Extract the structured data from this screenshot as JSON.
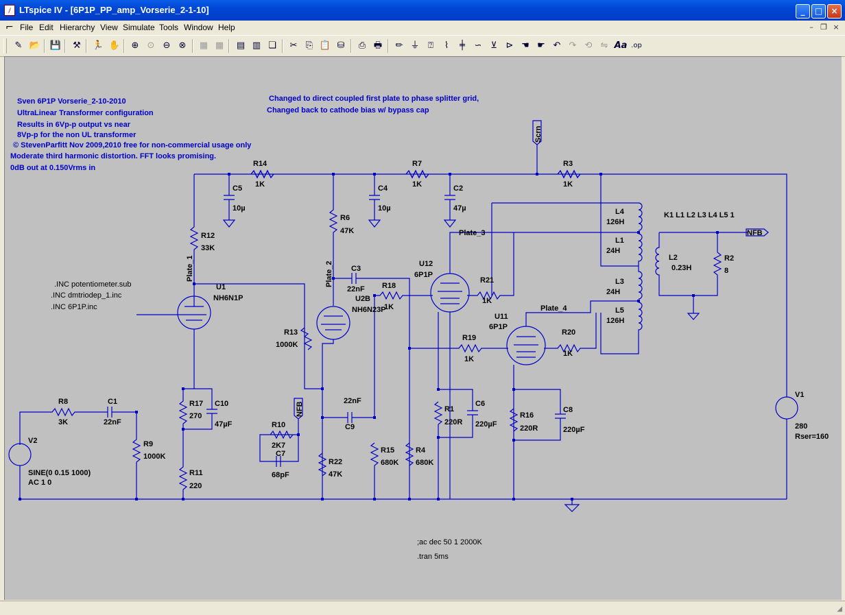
{
  "window": {
    "title": "LTspice IV - [6P1P_PP_amp_Vorserie_2-1-10]"
  },
  "menu": [
    "File",
    "Edit",
    "Hierarchy",
    "View",
    "Simulate",
    "Tools",
    "Window",
    "Help"
  ],
  "toolbar": [
    "new-schematic",
    "open",
    "save",
    "control-panel",
    "run",
    "halt",
    "zoom-in",
    "pan",
    "zoom-out",
    "zoom-cancel",
    "tile-vertical",
    "tile-horizontal",
    "cascade",
    "close-all",
    "cut",
    "copy",
    "paste",
    "find",
    "print-setup",
    "print",
    "wire",
    "ground",
    "label-net",
    "resistor",
    "capacitor",
    "inductor",
    "diode",
    "component",
    "move",
    "drag",
    "undo",
    "redo",
    "rotate",
    "mirror",
    "text",
    "spice-directive"
  ],
  "notes": {
    "n1": "Sven 6P1P Vorserie_2-10-2010",
    "n2": "UltraLinear Transformer configuration",
    "n3": "Results in 6Vp-p output vs near",
    "n4": "8Vp-p for the non UL transformer",
    "n5": "© StevenParfitt Nov 2009,2010 free for non-commercial usage only",
    "n6": "Moderate third harmonic distortion. FFT looks promising.",
    "n7": "0dB out at 0.150Vrms in",
    "c1": "Changed to direct coupled first plate to phase splitter grid,",
    "c2": "Changed back to cathode bias w/ bypass cap"
  },
  "directives": {
    "inc1": ".INC potentiometer.sub",
    "inc2": ".INC dmtriodep_1.inc",
    "inc3": ".INC 6P1P.inc",
    "ac": ";ac dec 50 1 2000K",
    "tran": ".tran 5ms",
    "coupling": "K1 L1 L2 L3 L4 L5 1"
  },
  "labels": {
    "scrn": "Scrn",
    "nfb": "NFB",
    "nfb2": "NFB",
    "plate1": "Plate_1",
    "plate2": "Plate_2",
    "plate3": "Plate_3",
    "plate4": "Plate_4"
  },
  "components": {
    "R14": "R14",
    "R14v": "1K",
    "C5": "C5",
    "C5v": "10µ",
    "C4": "C4",
    "C4v": "10µ",
    "R7": "R7",
    "R7v": "1K",
    "C2": "C2",
    "C2v": "47µ",
    "R3": "R3",
    "R3v": "1K",
    "R6": "R6",
    "R6v": "47K",
    "R12": "R12",
    "R12v": "33K",
    "L4": "L4",
    "L4v": "126H",
    "L1": "L1",
    "L1v": "24H",
    "L3": "L3",
    "L3v": "24H",
    "L5": "L5",
    "L5v": "126H",
    "L2": "L2",
    "L2v": "0.23H",
    "R2": "R2",
    "R2v": "8",
    "C3": "C3",
    "C3v": "22nF",
    "R18": "R18",
    "R18v": "1K",
    "U1": "U1",
    "U1v": "NH6N1P",
    "U2B": "U2B",
    "U2Bv": "NH6N23P",
    "U12": "U12",
    "U12v": "6P1P",
    "U11": "U11",
    "U11v": "6P1P",
    "R21": "R21",
    "R21v": "1K",
    "R19": "R19",
    "R19v": "1K",
    "R20": "R20",
    "R20v": "1K",
    "R13": "R13",
    "R13v": "1000K",
    "R8": "R8",
    "R8v": "3K",
    "C1": "C1",
    "C1v": "22nF",
    "R9": "R9",
    "R9v": "1000K",
    "R17": "R17",
    "R17v": "270",
    "C10": "C10",
    "C10v": "47µF",
    "R11": "R11",
    "R11v": "220",
    "R10": "R10",
    "R10v": "2K7",
    "C7": "C7",
    "C7v": "68pF",
    "C9": "C9",
    "C9v": "22nF",
    "R22": "R22",
    "R22v": "47K",
    "R15": "R15",
    "R15v": "680K",
    "R4": "R4",
    "R4v": "680K",
    "R1": "R1",
    "R1v": "220R",
    "C6": "C6",
    "C6v": "220µF",
    "R16": "R16",
    "R16v": "220R",
    "C8": "C8",
    "C8v": "220µF",
    "V1": "V1",
    "V1v": "280",
    "V1r": "Rser=160",
    "V2": "V2",
    "V2v": "SINE(0 0.15 1000)",
    "V2ac": "AC 1 0"
  }
}
